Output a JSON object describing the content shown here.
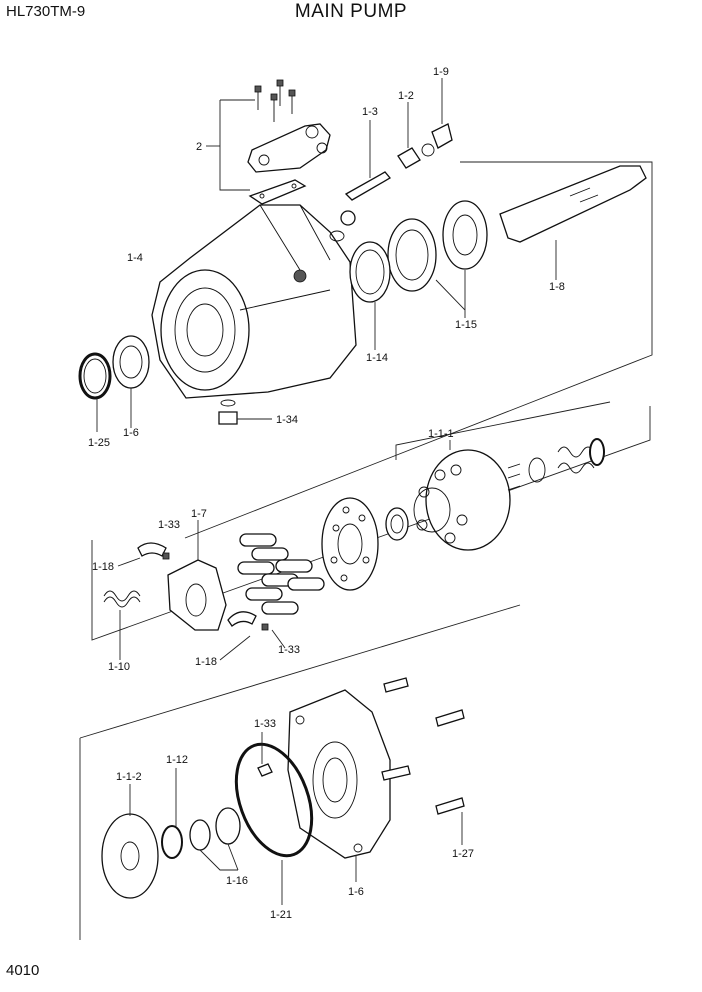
{
  "header": {
    "model": "HL730TM-9",
    "title": "MAIN PUMP"
  },
  "footer": {
    "page": "4010"
  },
  "labels": {
    "p2": "2",
    "p1_9": "1-9",
    "p1_2": "1-2",
    "p1_3": "1-3",
    "p1_4": "1-4",
    "p1_8": "1-8",
    "p1_15": "1-15",
    "p1_14": "1-14",
    "p1_25": "1-25",
    "p1_6a": "1-6",
    "p1_34": "1-34",
    "p1_1_1": "1-1-1",
    "p1_7": "1-7",
    "p1_33a": "1-33",
    "p1_18a": "1-18",
    "p1_10": "1-10",
    "p1_18b": "1-18",
    "p1_33b": "1-33",
    "p1_33c": "1-33",
    "p1_12": "1-12",
    "p1_1_2": "1-1-2",
    "p1_16": "1-16",
    "p1_21": "1-21",
    "p1_6b": "1-6",
    "p1_27": "1-27"
  }
}
